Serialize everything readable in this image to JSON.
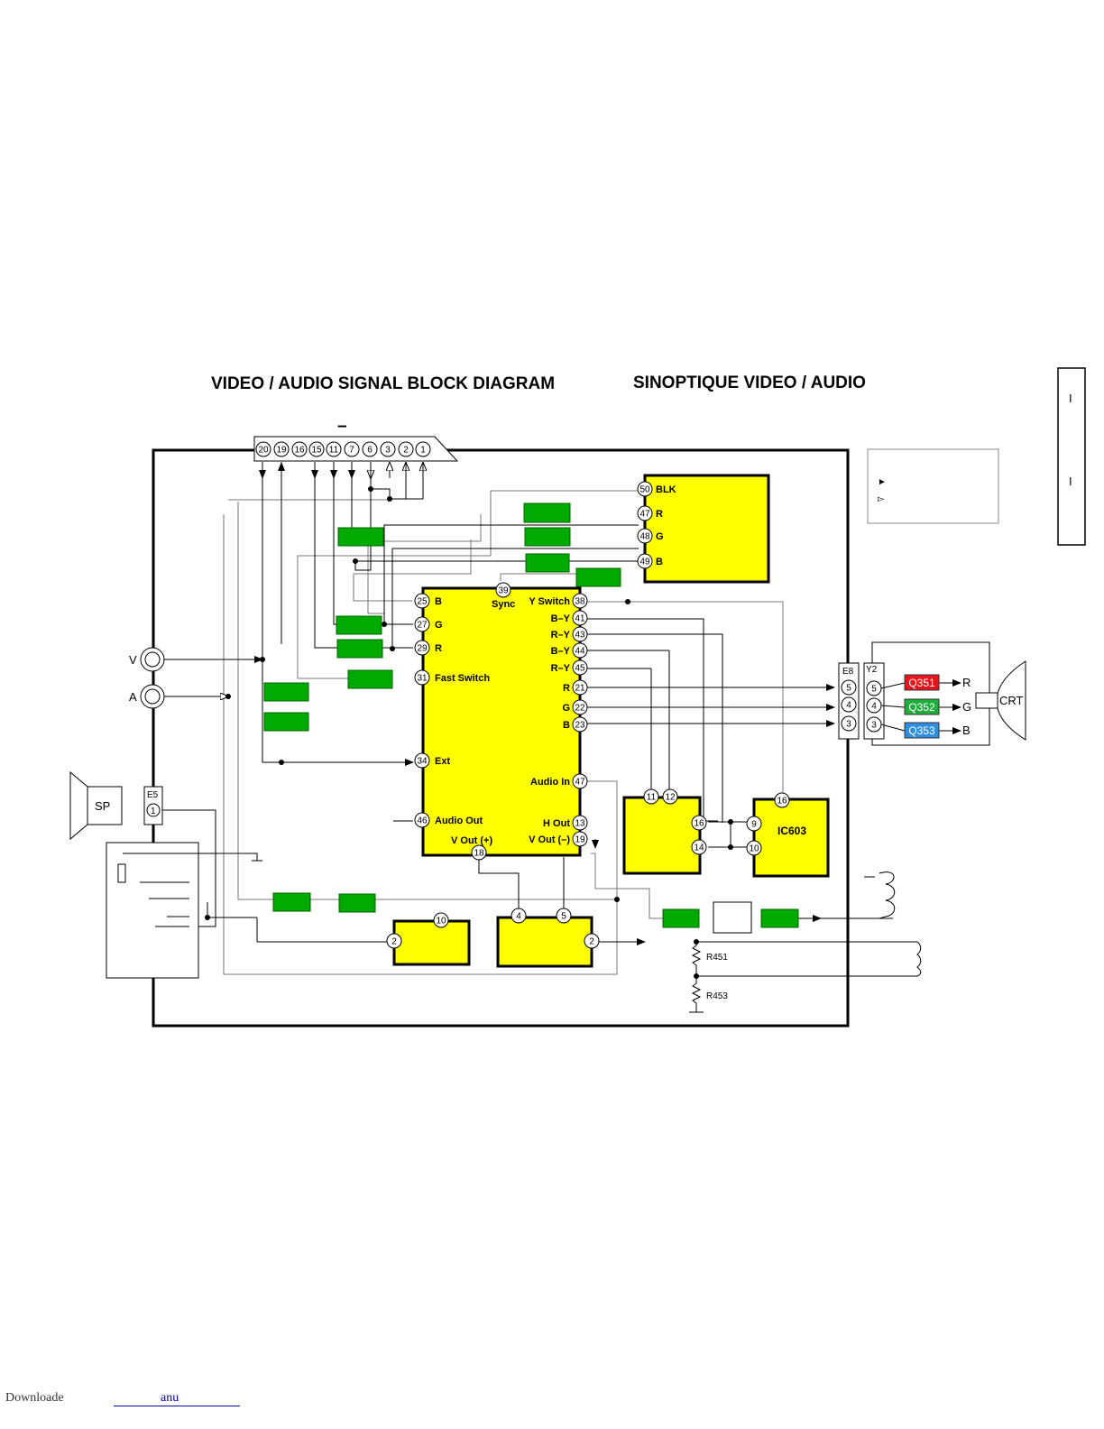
{
  "titles": {
    "left": "VIDEO / AUDIO SIGNAL BLOCK DIAGRAM",
    "right": "SINOPTIQUE VIDEO / AUDIO",
    "scart_dash": "–"
  },
  "side_tab": {
    "mark_top": "I",
    "mark_bottom": "I"
  },
  "legend": {
    "solid_arrow": "►",
    "hollow_arrow": "▻"
  },
  "scart_pins": [
    "20",
    "19",
    "16",
    "15",
    "11",
    "7",
    "6",
    "3",
    "2",
    "1"
  ],
  "jacks": {
    "video": "V",
    "audio": "A"
  },
  "speaker": {
    "label": "SP",
    "connector": "E5",
    "pin": "1"
  },
  "main_ic": {
    "pins_left": [
      {
        "num": "25",
        "name": "B"
      },
      {
        "num": "27",
        "name": "G"
      },
      {
        "num": "29",
        "name": "R"
      },
      {
        "num": "31",
        "name": "Fast Switch"
      },
      {
        "num": "34",
        "name": "Ext"
      },
      {
        "num": "46",
        "name": "Audio Out"
      }
    ],
    "pin_top": {
      "num": "39",
      "name": "Sync"
    },
    "pins_right": [
      {
        "num": "38",
        "name": "Y Switch"
      },
      {
        "num": "41",
        "name": "B–Y"
      },
      {
        "num": "43",
        "name": "R–Y"
      },
      {
        "num": "44",
        "name": "B–Y"
      },
      {
        "num": "45",
        "name": "R–Y"
      },
      {
        "num": "21",
        "name": "R"
      },
      {
        "num": "22",
        "name": "G"
      },
      {
        "num": "23",
        "name": "B"
      },
      {
        "num": "47",
        "name": "Audio In"
      },
      {
        "num": "13",
        "name": "H Out"
      },
      {
        "num": "19",
        "name": "V Out (–)"
      }
    ],
    "pin_bottom": {
      "num": "18",
      "name": "V Out (+)"
    }
  },
  "osd_ic": {
    "pins": [
      {
        "num": "50",
        "name": "BLK"
      },
      {
        "num": "47",
        "name": "R"
      },
      {
        "num": "48",
        "name": "G"
      },
      {
        "num": "49",
        "name": "B"
      }
    ]
  },
  "delay_ic": {
    "pins": [
      "11",
      "12",
      "16",
      "14"
    ]
  },
  "ic603": {
    "name": "IC603",
    "pins": [
      "16",
      "9",
      "10"
    ]
  },
  "audio_amp": {
    "pins": [
      "10",
      "2"
    ]
  },
  "vert_out": {
    "pins": [
      "4",
      "5",
      "2"
    ]
  },
  "resistors": {
    "r1": "R451",
    "r2": "R453"
  },
  "connectors": {
    "e8": "E8",
    "y2": "Y2",
    "pins": [
      "5",
      "4",
      "3"
    ]
  },
  "crt": {
    "label": "CRT",
    "transistors": [
      {
        "name": "Q351",
        "color": "#e8141c",
        "out": "R"
      },
      {
        "name": "Q352",
        "color": "#1fae3c",
        "out": "G"
      },
      {
        "name": "Q353",
        "color": "#2f8ee0",
        "out": "B"
      }
    ]
  },
  "footer": {
    "left": "Downloade",
    "link": "anu"
  }
}
